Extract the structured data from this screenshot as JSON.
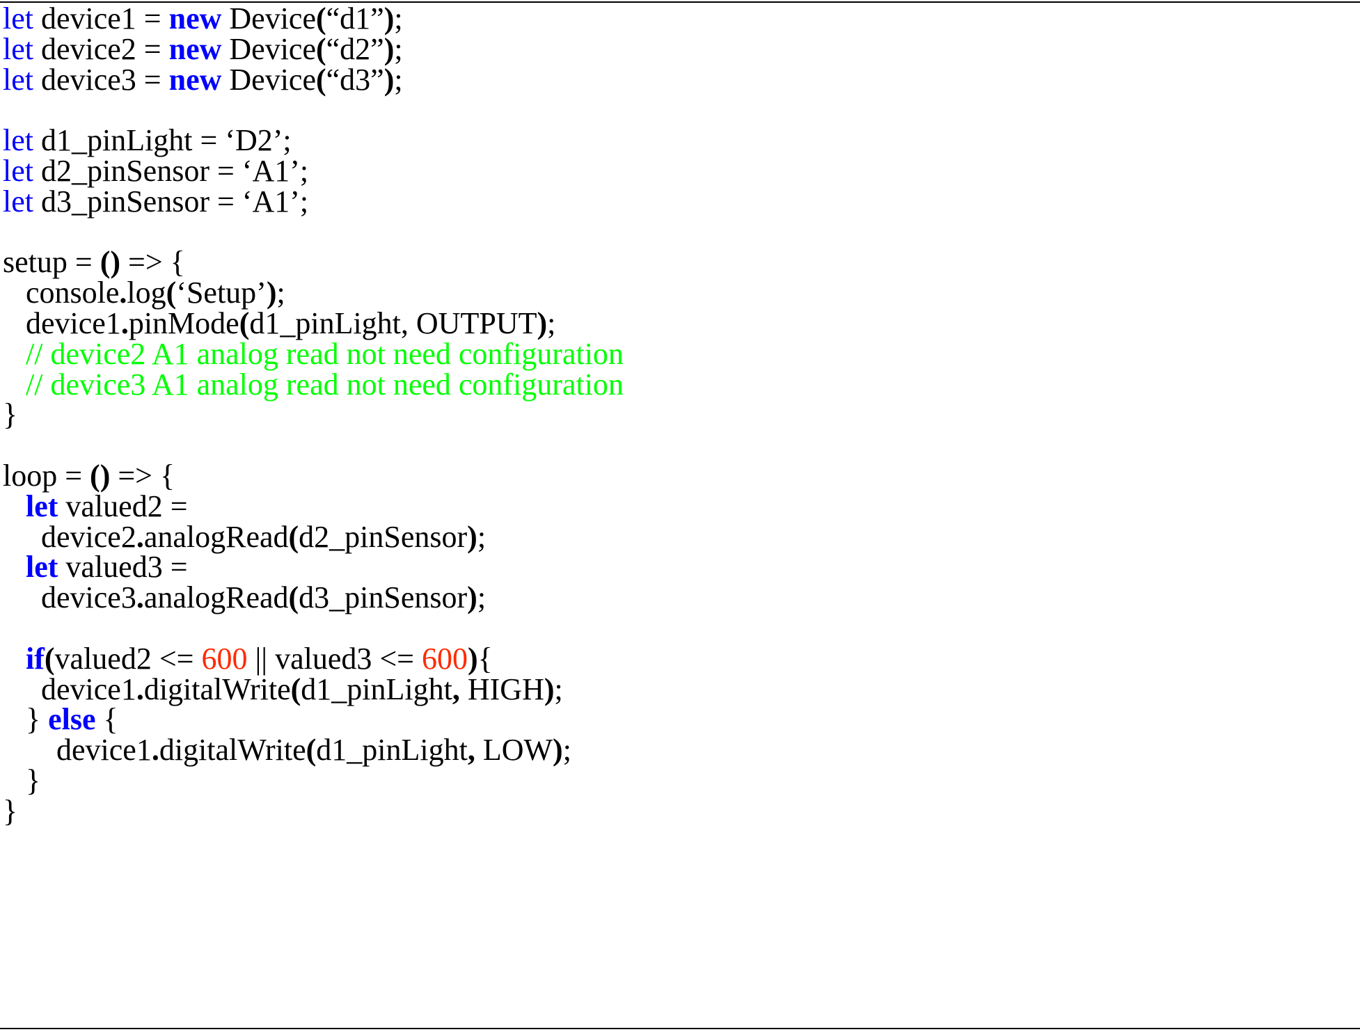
{
  "listing": {
    "lines": [
      [
        {
          "t": "let",
          "c": "kw"
        },
        {
          "t": " device1 = ",
          "c": ""
        },
        {
          "t": "new",
          "c": "kw-bold"
        },
        {
          "t": " Device",
          "c": ""
        },
        {
          "t": "(",
          "c": "bold"
        },
        {
          "t": "“d1”",
          "c": ""
        },
        {
          "t": ")",
          "c": "bold"
        },
        {
          "t": ";",
          "c": ""
        }
      ],
      [
        {
          "t": "let",
          "c": "kw"
        },
        {
          "t": " device2 = ",
          "c": ""
        },
        {
          "t": "new",
          "c": "kw-bold"
        },
        {
          "t": " Device",
          "c": ""
        },
        {
          "t": "(",
          "c": "bold"
        },
        {
          "t": "“d2”",
          "c": ""
        },
        {
          "t": ")",
          "c": "bold"
        },
        {
          "t": ";",
          "c": ""
        }
      ],
      [
        {
          "t": "let",
          "c": "kw"
        },
        {
          "t": " device3 = ",
          "c": ""
        },
        {
          "t": "new",
          "c": "kw-bold"
        },
        {
          "t": " Device",
          "c": ""
        },
        {
          "t": "(",
          "c": "bold"
        },
        {
          "t": "“d3”",
          "c": ""
        },
        {
          "t": ")",
          "c": "bold"
        },
        {
          "t": ";",
          "c": ""
        }
      ],
      [],
      [
        {
          "t": "let",
          "c": "kw"
        },
        {
          "t": " d1_pinLight = ‘D2’;",
          "c": ""
        }
      ],
      [
        {
          "t": "let",
          "c": "kw"
        },
        {
          "t": " d2_pinSensor = ‘A1’;",
          "c": ""
        }
      ],
      [
        {
          "t": "let",
          "c": "kw"
        },
        {
          "t": " d3_pinSensor = ‘A1’;",
          "c": ""
        }
      ],
      [],
      [
        {
          "t": "setup = ",
          "c": ""
        },
        {
          "t": "()",
          "c": "bold"
        },
        {
          "t": " => {",
          "c": ""
        }
      ],
      [
        {
          "t": "   console",
          "c": ""
        },
        {
          "t": ".",
          "c": "bold"
        },
        {
          "t": "log",
          "c": ""
        },
        {
          "t": "(",
          "c": "bold"
        },
        {
          "t": "‘Setup’",
          "c": ""
        },
        {
          "t": ")",
          "c": "bold"
        },
        {
          "t": ";",
          "c": ""
        }
      ],
      [
        {
          "t": "   device1",
          "c": ""
        },
        {
          "t": ".",
          "c": "bold"
        },
        {
          "t": "pinMode",
          "c": ""
        },
        {
          "t": "(",
          "c": "bold"
        },
        {
          "t": "d1_pinLight, OUTPUT",
          "c": ""
        },
        {
          "t": ")",
          "c": "bold"
        },
        {
          "t": ";",
          "c": ""
        }
      ],
      [
        {
          "t": "   // device2 A1 analog read not need configuration",
          "c": "com"
        }
      ],
      [
        {
          "t": "   // device3 A1 analog read not need configuration",
          "c": "com"
        }
      ],
      [
        {
          "t": "}",
          "c": ""
        }
      ],
      [],
      [
        {
          "t": "loop = ",
          "c": ""
        },
        {
          "t": "()",
          "c": "bold"
        },
        {
          "t": " => {",
          "c": ""
        }
      ],
      [
        {
          "t": "   ",
          "c": ""
        },
        {
          "t": "let",
          "c": "kw-bold"
        },
        {
          "t": " valued2 =",
          "c": ""
        }
      ],
      [
        {
          "t": "     device2",
          "c": ""
        },
        {
          "t": ".",
          "c": "bold"
        },
        {
          "t": "analogRead",
          "c": ""
        },
        {
          "t": "(",
          "c": "bold"
        },
        {
          "t": "d2_pinSensor",
          "c": ""
        },
        {
          "t": ")",
          "c": "bold"
        },
        {
          "t": ";",
          "c": ""
        }
      ],
      [
        {
          "t": "   ",
          "c": ""
        },
        {
          "t": "let",
          "c": "kw-bold"
        },
        {
          "t": " valued3 =",
          "c": ""
        }
      ],
      [
        {
          "t": "     device3",
          "c": ""
        },
        {
          "t": ".",
          "c": "bold"
        },
        {
          "t": "analogRead",
          "c": ""
        },
        {
          "t": "(",
          "c": "bold"
        },
        {
          "t": "d3_pinSensor",
          "c": ""
        },
        {
          "t": ")",
          "c": "bold"
        },
        {
          "t": ";",
          "c": ""
        }
      ],
      [],
      [
        {
          "t": "   ",
          "c": ""
        },
        {
          "t": "if",
          "c": "kw-bold"
        },
        {
          "t": "(",
          "c": "bold"
        },
        {
          "t": "valued2 <= ",
          "c": ""
        },
        {
          "t": "600",
          "c": "num"
        },
        {
          "t": " || valued3 <= ",
          "c": ""
        },
        {
          "t": "600",
          "c": "num"
        },
        {
          "t": ")",
          "c": "bold"
        },
        {
          "t": "{",
          "c": ""
        }
      ],
      [
        {
          "t": "     device1",
          "c": ""
        },
        {
          "t": ".",
          "c": "bold"
        },
        {
          "t": "digitalWrite",
          "c": ""
        },
        {
          "t": "(",
          "c": "bold"
        },
        {
          "t": "d1_pinLight",
          "c": ""
        },
        {
          "t": ",",
          "c": "bold"
        },
        {
          "t": " HIGH",
          "c": ""
        },
        {
          "t": ")",
          "c": "bold"
        },
        {
          "t": ";",
          "c": ""
        }
      ],
      [
        {
          "t": "   } ",
          "c": ""
        },
        {
          "t": "else",
          "c": "kw-bold"
        },
        {
          "t": " {",
          "c": ""
        }
      ],
      [
        {
          "t": "       device1",
          "c": ""
        },
        {
          "t": ".",
          "c": "bold"
        },
        {
          "t": "digitalWrite",
          "c": ""
        },
        {
          "t": "(",
          "c": "bold"
        },
        {
          "t": "d1_pinLight",
          "c": ""
        },
        {
          "t": ",",
          "c": "bold"
        },
        {
          "t": " LOW",
          "c": ""
        },
        {
          "t": ")",
          "c": "bold"
        },
        {
          "t": ";",
          "c": ""
        }
      ],
      [
        {
          "t": "   }",
          "c": ""
        }
      ],
      [
        {
          "t": "}",
          "c": ""
        }
      ]
    ]
  },
  "colors": {
    "keyword": "#0000ff",
    "comment": "#00ff00",
    "number": "#ff2a00",
    "text": "#000000",
    "background": "#ffffff"
  }
}
